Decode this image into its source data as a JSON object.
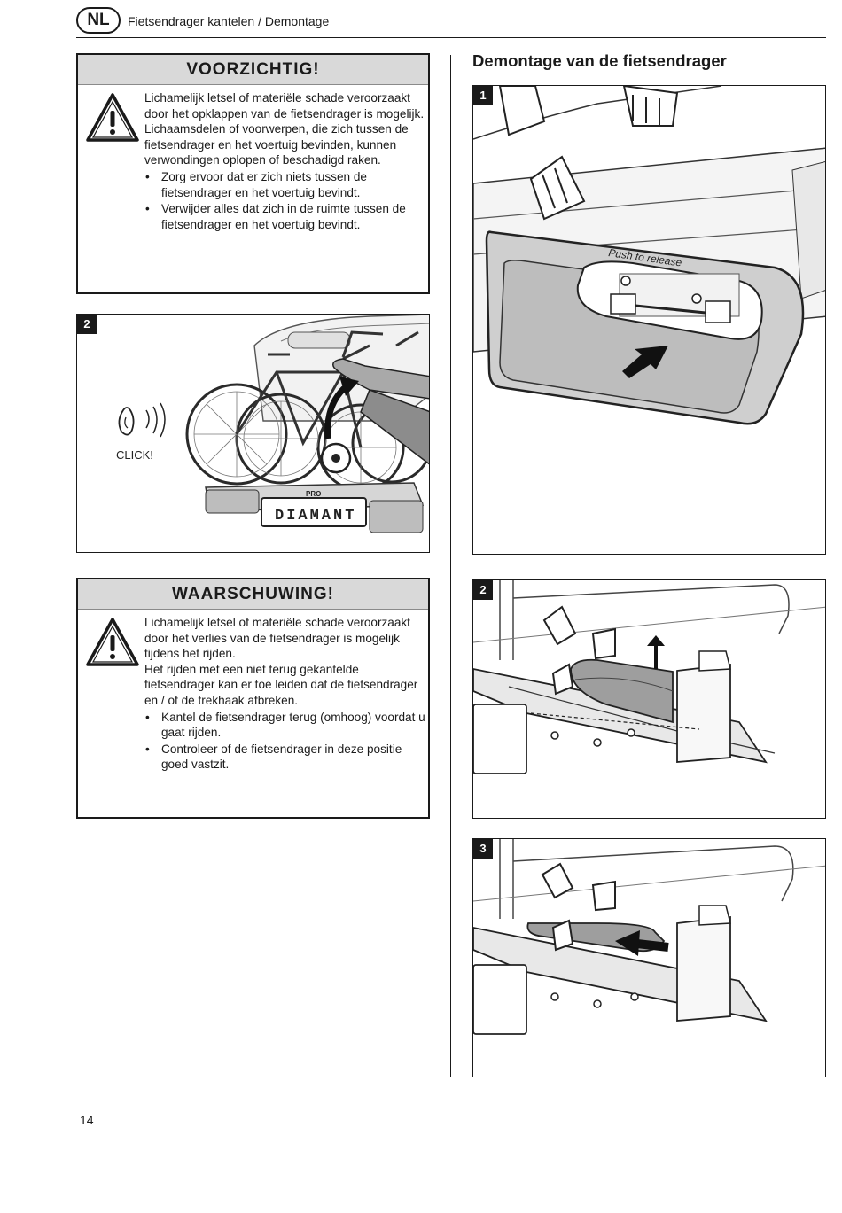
{
  "header": {
    "lang_badge": "NL",
    "title": "Fietsendrager kantelen / Demontage"
  },
  "caution": {
    "heading": "VOORZICHTIG!",
    "lines": [
      "Lichamelijk letsel of materiële schade veroorzaakt door het opklappen van de fietsendrager is mogelijk.",
      "Lichaamsdelen of voorwerpen, die zich tussen de fietsendrager en het voertuig bevinden, kunnen verwondingen oplopen of beschadigd raken."
    ],
    "bullets": [
      "Zorg ervoor dat er zich niets tussen de fietsendrager en het voertuig bevindt.",
      "Verwijder alles dat zich in de ruimte tussen de fietsendrager en het voertuig bevindt."
    ]
  },
  "left_figure": {
    "number": "2",
    "click_label": "CLICK!",
    "brand_small": "PRO",
    "plate_text": "DIAMANT"
  },
  "warning": {
    "heading": "WAARSCHUWING!",
    "lines": [
      "Lichamelijk letsel of materiële schade veroorzaakt door het verlies van de fietsendrager is mogelijk tijdens het rijden.",
      "Het rijden met een niet terug gekantelde fietsendrager kan er toe leiden dat de fietsendrager en / of de trekhaak afbreken."
    ],
    "bullets": [
      "Kantel de fietsendrager terug (omhoog) voordat u gaat rijden.",
      "Controleer of de fietsendrager in deze positie goed vastzit."
    ]
  },
  "section": {
    "title": "Demontage van de fietsendrager"
  },
  "steps": [
    {
      "number": "1",
      "release_label": "Push to release"
    },
    {
      "number": "2"
    },
    {
      "number": "3"
    }
  ],
  "footer": {
    "page_number": "14"
  }
}
